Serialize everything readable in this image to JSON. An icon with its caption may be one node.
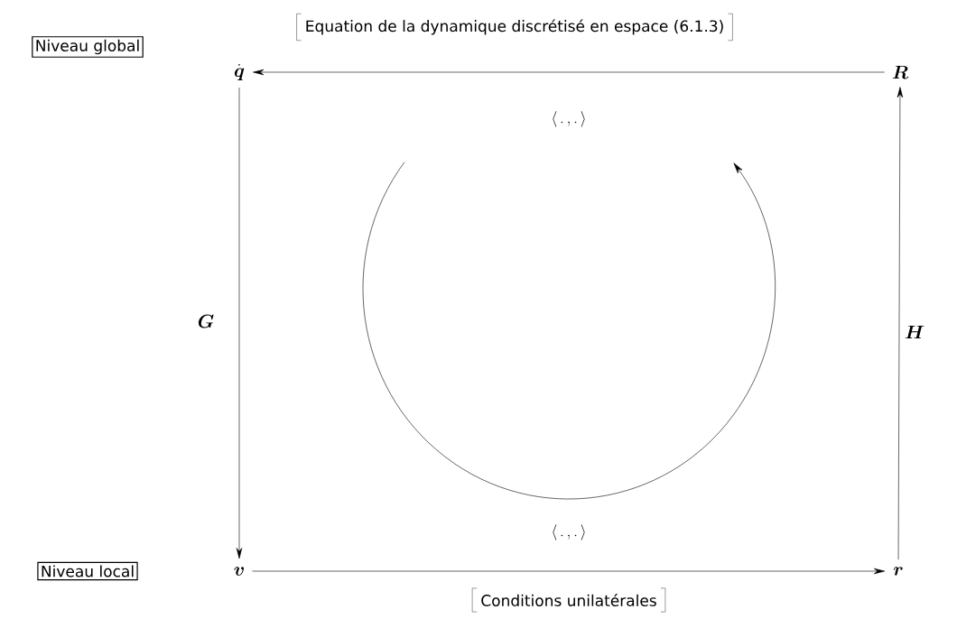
{
  "diagram": {
    "nodes": [
      {
        "text": [
          "Niveau global"
        ]
      },
      {
        "text": [
          "\\dot{\\boldsymbol{q}}"
        ]
      },
      {
        "text": [
          "\\boldsymbol{R}"
        ]
      },
      {
        "text": [
          "Niveau local"
        ]
      },
      {
        "text": [
          "\\boldsymbol{v}"
        ]
      },
      {
        "text": [
          "\\boldsymbol{r}"
        ]
      }
    ],
    "edges": [
      {
        "from": 2,
        "to": 1,
        "arrow": "to",
        "label": "Equation de la dynamique discrétisé en espace (6.1.3)"
      },
      {
        "from": 1,
        "to": 4,
        "arrow": "to",
        "label": "\\boldsymbol{G}"
      },
      {
        "from": 5,
        "to": 2,
        "arrow": "to",
        "label": "\\boldsymbol{H}"
      },
      {
        "from": 4,
        "to": 5,
        "arrow": "to",
        "label": "Conditions unilatérales"
      }
    ],
    "labels": [
      "\\langle\\,.\\,,.\\,\\rangle",
      "\\langle\\,.\\,,.\\,\\rangle"
    ]
  }
}
